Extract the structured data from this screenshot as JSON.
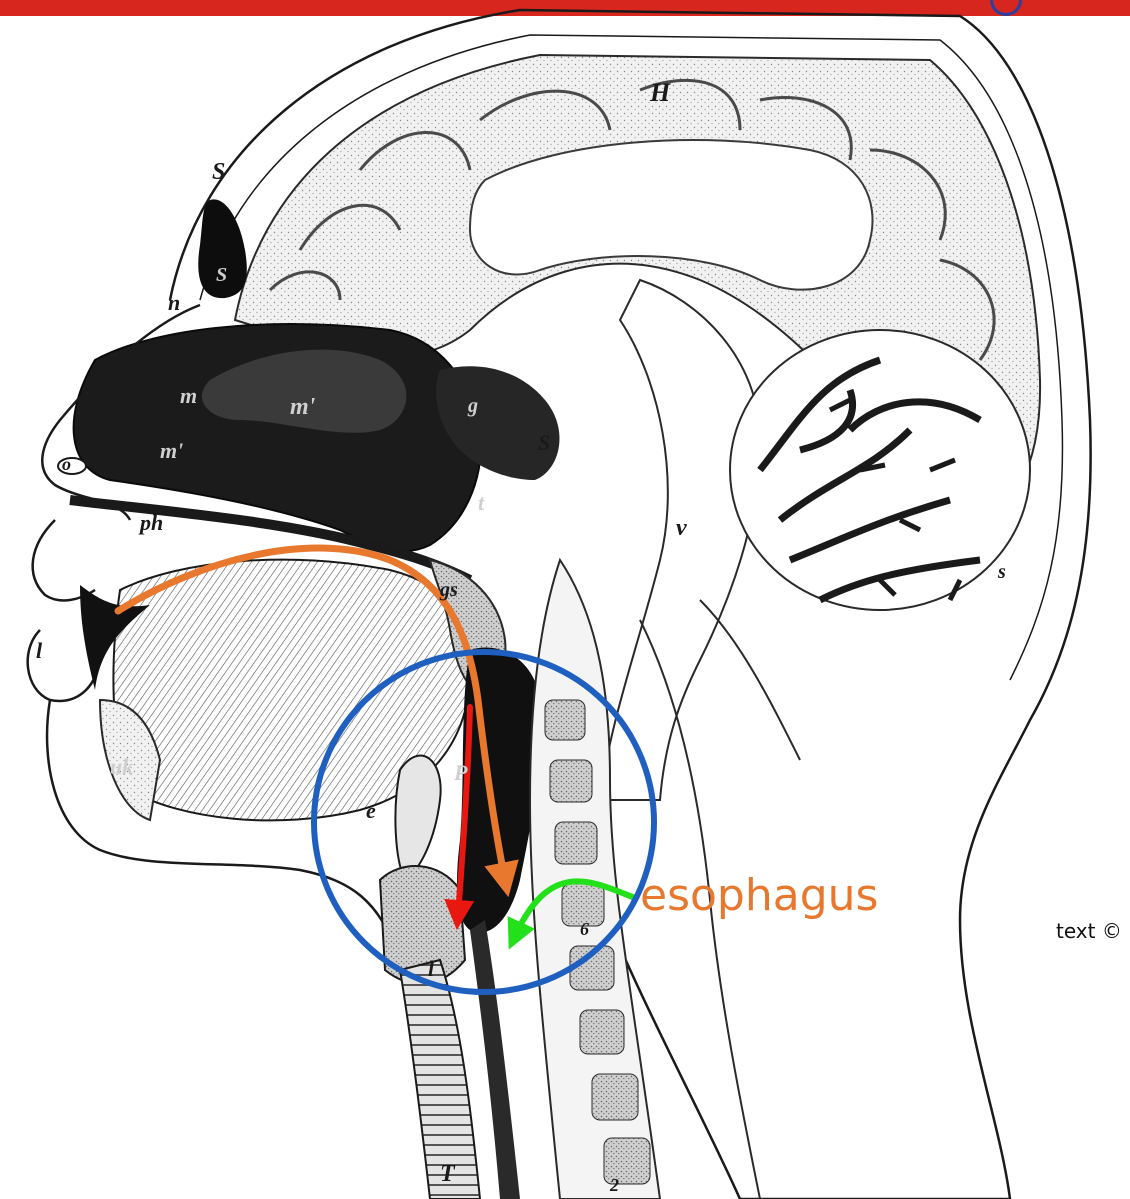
{
  "header": {
    "bar_color": "#d7261e",
    "glyph_color": "#2a3fa0"
  },
  "diagram": {
    "label": "esophagus",
    "label_color": "#e8782e",
    "credit_text": "text ©",
    "plate_letters": [
      "H",
      "S",
      "S",
      "n",
      "m",
      "m'",
      "m'",
      "g",
      "S",
      "t",
      "o",
      "ph",
      "gs",
      "v",
      "s",
      "l",
      "uk",
      "P",
      "e",
      "l",
      "T",
      "6",
      "2"
    ],
    "colors": {
      "swallow_path": "#e8782e",
      "airway_arrow": "#e8170f",
      "esophagus_pointer": "#22e01a",
      "highlight_circle": "#1f5fbf",
      "ink": "#1a1a1a"
    }
  }
}
